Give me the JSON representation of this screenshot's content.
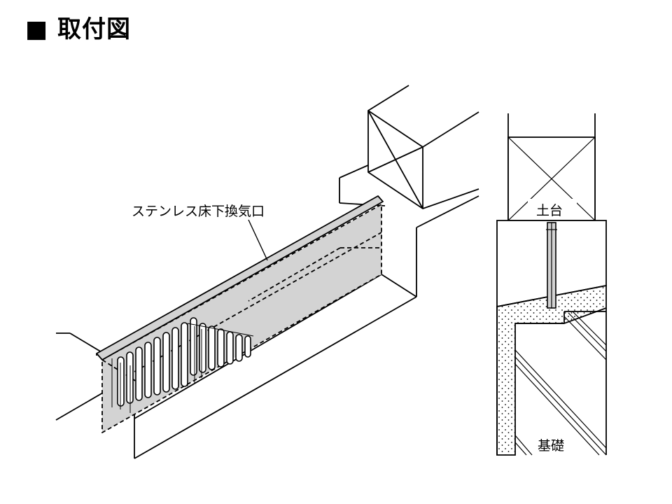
{
  "title": "■ 取付図",
  "labels": {
    "vent": "ステンレス床下換気口",
    "sill": "土台",
    "foundation": "基礎"
  },
  "colors": {
    "line": "#000000",
    "vent_fill": "#d3d3d3",
    "background": "#ffffff"
  }
}
